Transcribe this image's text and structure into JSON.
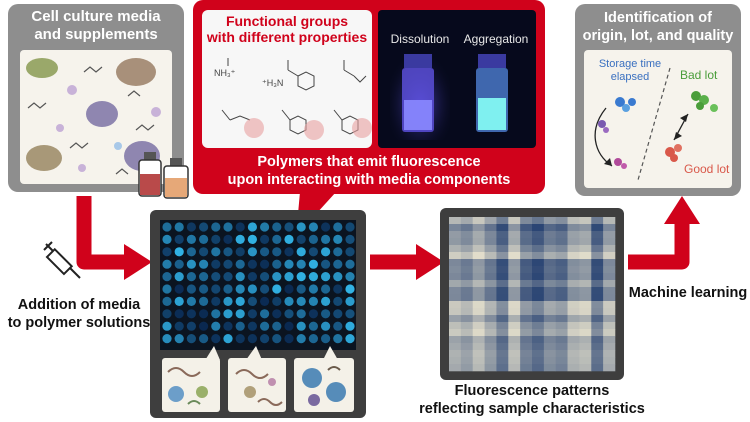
{
  "panels": {
    "media": {
      "title_line1": "Cell culture media",
      "title_line2": "and supplements"
    },
    "groups": {
      "title_line1": "Functional groups",
      "title_line2": "with different properties",
      "photo_label_left": "Dissolution",
      "photo_label_right": "Aggregation",
      "caption_line1": "Polymers that emit fluorescence",
      "caption_line2": "upon interacting with media components",
      "formula_nh3": "NH₃⁺",
      "formula_h3n": "⁺H₃N"
    },
    "identification": {
      "title_line1": "Identification of",
      "title_line2": "origin, lot, and quality",
      "storage_line1": "Storage time",
      "storage_line2": "elapsed",
      "bad_lot": "Bad lot",
      "good_lot": "Good lot"
    }
  },
  "labels": {
    "addition_line1": "Addition of media",
    "addition_line2": "to polymer solutions",
    "machine_learning": "Machine learning",
    "patterns_line1": "Fluorescence patterns",
    "patterns_line2": "reflecting sample characteristics"
  },
  "colors": {
    "accent_red": "#d0021b",
    "panel_gray": "#8e8e8e",
    "bad_lot": "#4a9d3a",
    "good_lot": "#d9584a",
    "heat_dark": "#1f3b6e",
    "heat_light": "#f1ead2"
  }
}
